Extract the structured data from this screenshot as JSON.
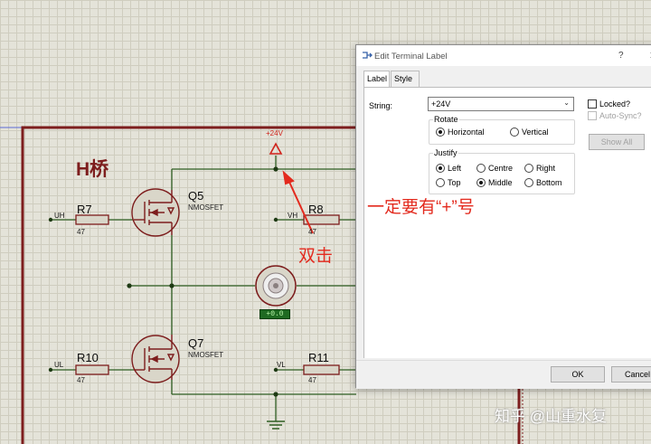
{
  "schematic": {
    "title": "H桥",
    "annotation_note": "一定要有“+”号",
    "annotation_double_click": "双击",
    "power_label": "+24V",
    "components": [
      {
        "ref": "Q5",
        "model": "NMOSFET"
      },
      {
        "ref": "Q7",
        "model": "NMOSFET"
      },
      {
        "ref": "R7",
        "value": "47"
      },
      {
        "ref": "R8",
        "value": "47"
      },
      {
        "ref": "R10",
        "value": "47"
      },
      {
        "ref": "R11",
        "value": "47"
      }
    ],
    "net_labels": [
      "UH",
      "VH",
      "UL",
      "VL"
    ],
    "motor_readout": "+0.0"
  },
  "dialog": {
    "title": "Edit Terminal Label",
    "help_glyph": "?",
    "close_glyph": "✕",
    "tabs": [
      {
        "label": "Label",
        "active": true
      },
      {
        "label": "Style",
        "active": false
      }
    ],
    "string_label": "String:",
    "string_value": "+24V",
    "locked_label": "Locked?",
    "autosync_label": "Auto-Sync?",
    "show_all_label": "Show All",
    "rotate": {
      "legend": "Rotate",
      "options": [
        {
          "label": "Horizontal",
          "selected": true
        },
        {
          "label": "Vertical",
          "selected": false
        }
      ]
    },
    "justify": {
      "legend": "Justify",
      "options": [
        {
          "label": "Left",
          "selected": true
        },
        {
          "label": "Centre",
          "selected": false
        },
        {
          "label": "Right",
          "selected": false
        },
        {
          "label": "Top",
          "selected": false
        },
        {
          "label": "Middle",
          "selected": true
        },
        {
          "label": "Bottom",
          "selected": false
        }
      ]
    },
    "ok_label": "OK",
    "cancel_label": "Cancel"
  },
  "watermark": "知乎 @山重水复",
  "colors": {
    "border_red": "#7d1d1d",
    "annotation_red": "#e32a1e",
    "wire_green": "#2f5e23",
    "canvas_bg": "#e4e3d9"
  }
}
